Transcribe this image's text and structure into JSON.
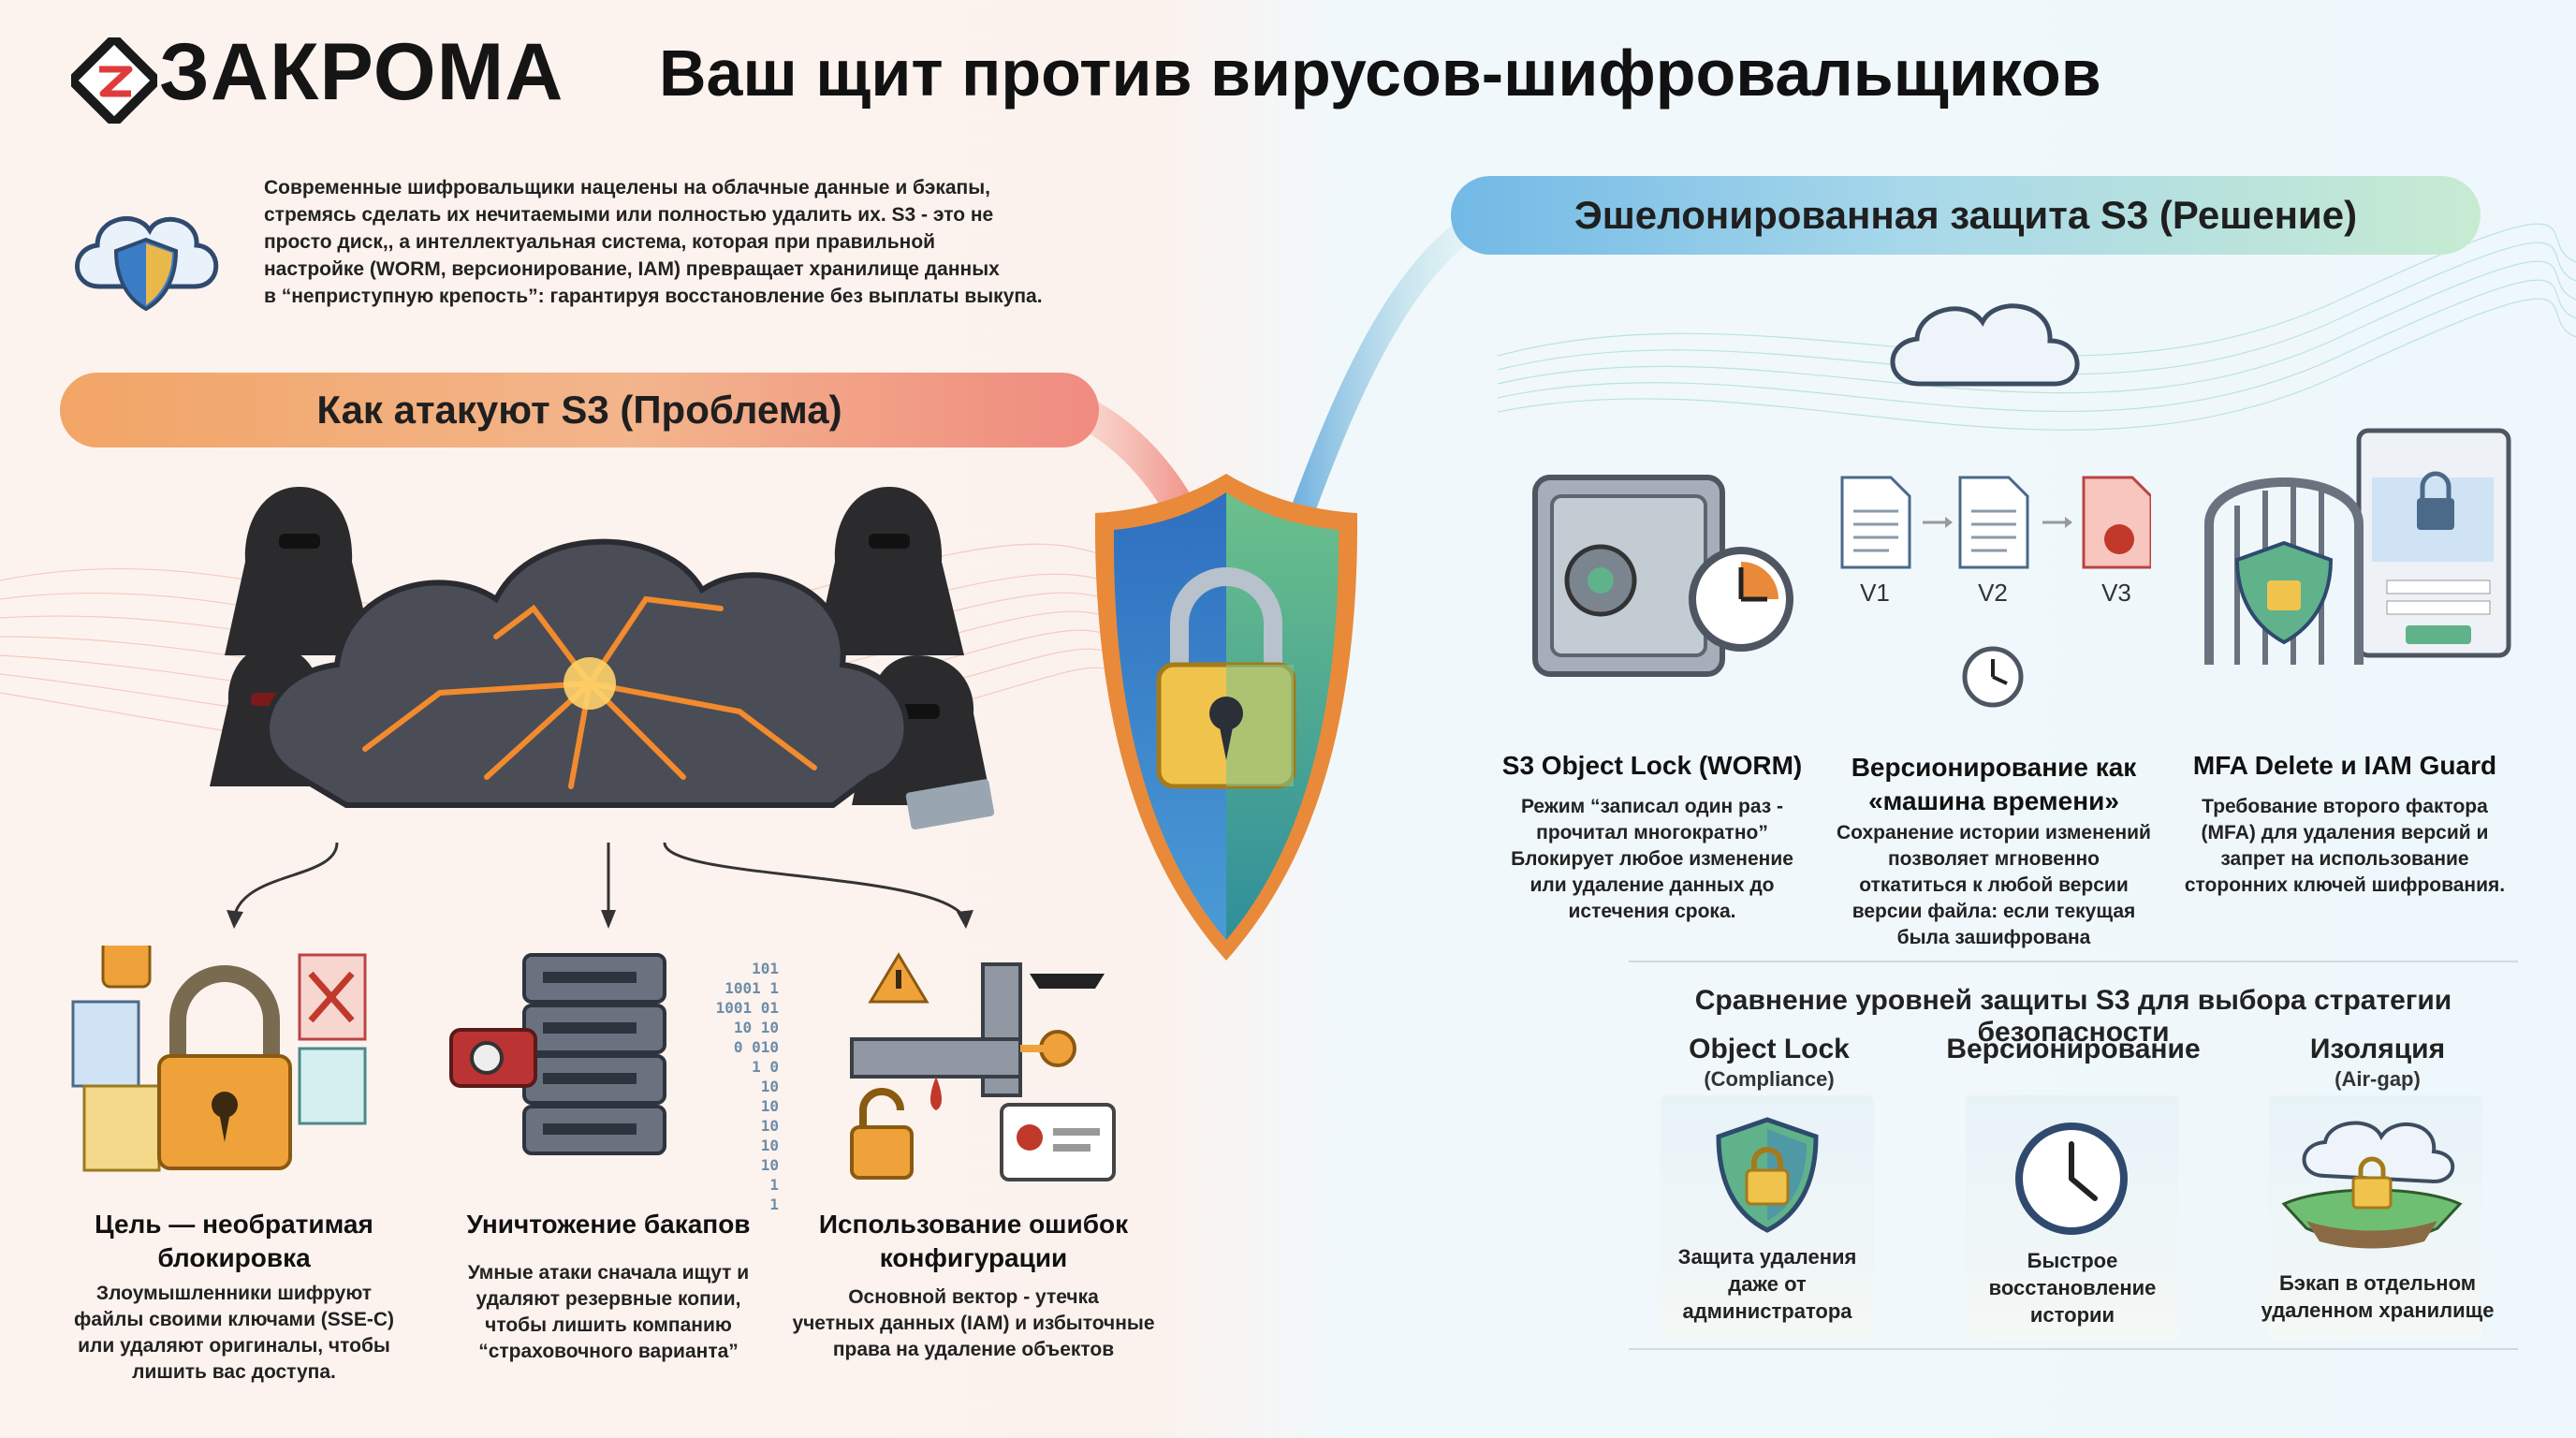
{
  "header": {
    "brand": "ЗАКРОМА",
    "headline": "Ваш щит против вирусов-шифровальщиков"
  },
  "intro": {
    "lines": [
      "Современные шифровальщики нацелены на облачные данные и бэкапы,",
      "стремясь сделать их нечитаемыми или полностью удалить их. S3 - это не",
      "просто диск,, а интеллектуальная система, которая при правильной",
      "настройке (WORM, версионирование, IAM) превращает хранилище данных",
      "в “неприступную крепость”: гарантируя восстановление без выплаты выкупа."
    ]
  },
  "problem": {
    "banner": "Как атакуют S3 (Проблема)",
    "items": [
      {
        "title": [
          "Цель — необратимая",
          "блокировка"
        ],
        "desc": [
          "Злоумышленники шифруют",
          "файлы своими ключами (SSE-C)",
          "или удаляют оригиналы, чтобы",
          "лишить вас доступа."
        ]
      },
      {
        "title": [
          "Уничтожение бакапов"
        ],
        "desc": [
          "Умные атаки сначала ищут и",
          "удаляют резервные копии,",
          "чтобы лишить компанию",
          "“страховочного варианта”"
        ]
      },
      {
        "title": [
          "Использование ошибок",
          "конфигурации"
        ],
        "desc": [
          "Основной вектор - утечка",
          "учетных данных (IAM) и избыточные",
          "права на удаление объектов"
        ]
      }
    ],
    "binary": [
      "101",
      "1001 1",
      "1001 01",
      "10 10",
      "0 010",
      "1 0",
      "10",
      "10",
      "10",
      "10",
      "10",
      "1",
      "1"
    ]
  },
  "solution": {
    "banner": "Эшелонированная защита S3 (Решение)",
    "versions": {
      "v1": "V1",
      "v2": "V2",
      "v3": "V3"
    },
    "items": [
      {
        "title": [
          "S3 Object Lock (WORM)"
        ],
        "desc": [
          "Режим “записал один раз -",
          "прочитал многократно”",
          "Блокирует любое изменение",
          "или удаление данных до",
          "истечения срока."
        ]
      },
      {
        "title": [
          "Версионирование как",
          "«машина времени»"
        ],
        "desc": [
          "Сохранение истории изменений",
          "позволяет мгновенно",
          "откатиться к любой версии",
          "версии файла: если текущая",
          "была зашифрована"
        ]
      },
      {
        "title": [
          "MFA Delete и IAM Guard"
        ],
        "desc": [
          "Требование второго фактора",
          "(MFA) для удаления версий и",
          "запрет на использование",
          "сторонних ключей шифрования."
        ]
      }
    ]
  },
  "comparison": {
    "title": "Сравнение уровней защиты S3 для выбора стратегии безопасности",
    "columns": [
      {
        "name": "Object Lock",
        "sub": "(Compliance)",
        "desc": [
          "Защита удаления",
          "даже от",
          "администратора"
        ]
      },
      {
        "name": "Версионирование",
        "sub": "",
        "desc": [
          "Быстрое",
          "восстановление",
          "истории"
        ]
      },
      {
        "name": "Изоляция",
        "sub": "(Air-gap)",
        "desc": [
          "Бэкап в отдельном",
          "удаленном хранилище"
        ]
      }
    ]
  },
  "colors": {
    "problem_accent": "#f08b80",
    "solution_accent": "#72b9e6",
    "shield_blue": "#3f7fc4",
    "shield_green": "#5fb28a",
    "lock_gold": "#e8b84a"
  }
}
